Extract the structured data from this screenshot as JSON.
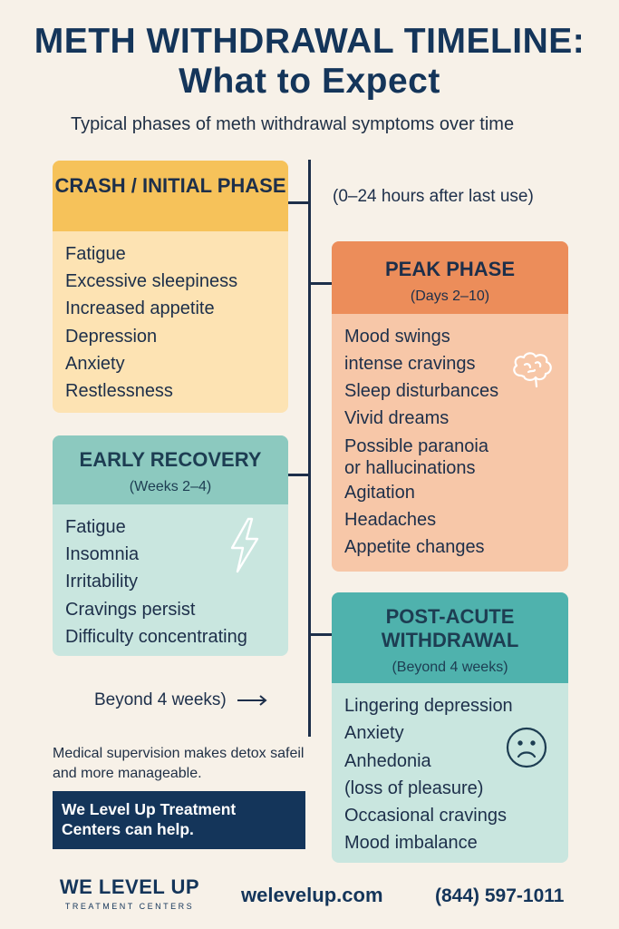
{
  "title": "METH WITHDRAWAL TIMELINE: What to Expect",
  "subtitle": "Typical phases of meth withdrawal symptoms over time",
  "phases": [
    {
      "title": "CRASH / INITIAL PHASE",
      "timing": "(0–24 hours after last use)",
      "symptoms": [
        "Fatigue",
        "Excessive sleepiness",
        "Increased appetite",
        "Depression",
        "Anxiety",
        "Restlessness"
      ],
      "color": "#f6c25a"
    },
    {
      "title": "PEAK PHASE",
      "timing": "(Days 2–10)",
      "symptoms": [
        "Mood swings",
        "intense cravings",
        "Sleep disturbances",
        "Vivid dreams",
        "Possible paranoia",
        "or hallucinations",
        "Agitation",
        "Headaches",
        "Appetite changes"
      ],
      "icon": "brain-icon",
      "color": "#ec8d5a"
    },
    {
      "title": "EARLY RECOVERY",
      "timing": "(Weeks 2–4)",
      "symptoms": [
        "Fatigue",
        "Insomnia",
        "Irritability",
        "Cravings persist",
        "Difficulty concentrating"
      ],
      "icon": "lightning-icon",
      "color": "#8cc9bf"
    },
    {
      "title": "POST-ACUTE WITHDRAWAL",
      "timing": "(Beyond 4 weeks)",
      "symptoms": [
        "Lingering depression",
        "Anxiety",
        "Anhedonia",
        "(loss of pleasure)",
        "Occasional cravings",
        "Mood imbalance"
      ],
      "icon": "sad-face-icon",
      "color": "#4fb2ad"
    }
  ],
  "arrow_label": "Beyond 4 weeks)",
  "note": "Medical supervision makes detox safeil and more manageable.",
  "cta": "We Level Up Treatment Centers can help.",
  "brand": {
    "name": "WE LEVEL UP",
    "tagline": "TREATMENT CENTERS"
  },
  "website": "welevelup.com",
  "phone": "(844) 597-1011"
}
